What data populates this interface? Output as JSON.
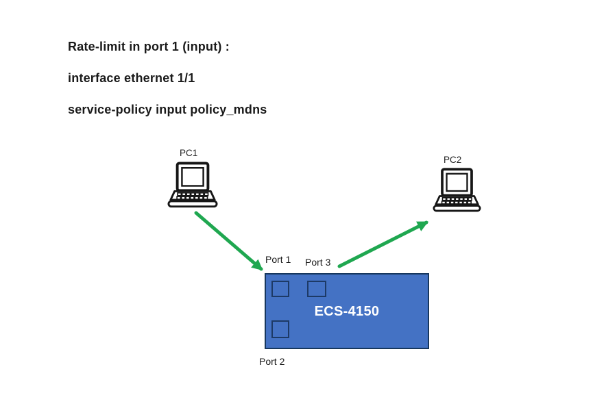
{
  "config": {
    "lines": [
      "Rate-limit in port 1 (input) :",
      "interface ethernet 1/1",
      "service-policy input policy_mdns"
    ]
  },
  "pc1": {
    "label": "PC1"
  },
  "pc2": {
    "label": "PC2"
  },
  "switch": {
    "name": "ECS-4150",
    "port1": "Port 1",
    "port2": "Port 2",
    "port3": "Port 3"
  },
  "colors": {
    "switch_fill": "#4472C4",
    "switch_border": "#17375E",
    "arrow_green": "#1FA750",
    "text": "#1A1A1A",
    "switch_text": "#FFFFFF"
  }
}
